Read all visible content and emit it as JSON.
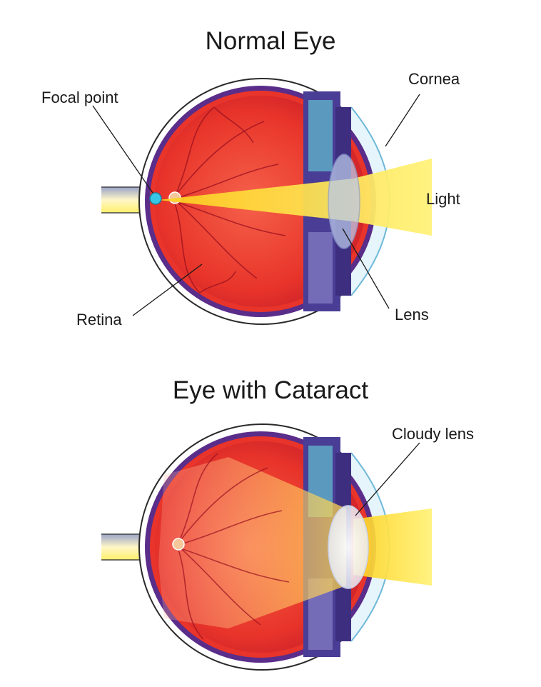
{
  "normal_eye": {
    "title": "Normal Eye",
    "labels": {
      "focal_point": "Focal point",
      "cornea": "Cornea",
      "light": "Light",
      "lens": "Lens",
      "retina": "Retina"
    }
  },
  "cataract_eye": {
    "title": "Eye with Cataract",
    "labels": {
      "cloudy_lens": "Cloudy lens"
    }
  },
  "colors": {
    "vitreous": "#e8342a",
    "retina_edge": "#5a2d8a",
    "sclera_outline": "#2a2a2a",
    "light_beam": "#ffe94a",
    "focal_point": "#38c6e6",
    "lens": "#b9c7e8"
  }
}
